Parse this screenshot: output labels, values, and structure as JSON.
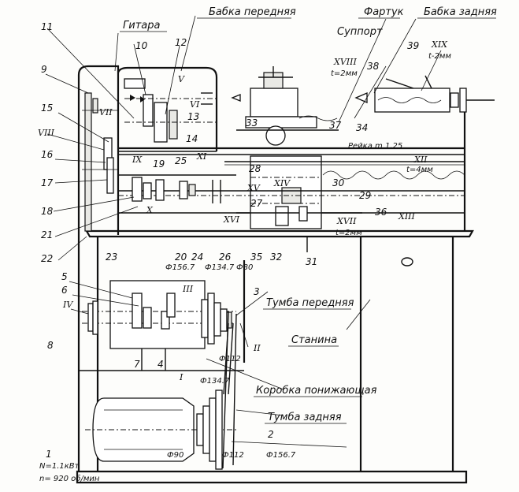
{
  "captions": {
    "gitara": "Гитара",
    "babka_perednyaya": "Бабка передняя",
    "fartuk": "Фартук",
    "babka_zadnyaya": "Бабка задняя",
    "support": "Суппорт",
    "tumba_perednyaya": "Тумба передняя",
    "stanina": "Станина",
    "korobka": "Коробка понижающая",
    "tumba_zadnyaya": "Тумба задняя",
    "reyka": "Рейка m 1.25"
  },
  "numbers": {
    "n1": "1",
    "n2": "2",
    "n3": "3",
    "n4": "4",
    "n5": "5",
    "n6": "6",
    "n7": "7",
    "n8": "8",
    "n9": "9",
    "n10": "10",
    "n11": "11",
    "n12": "12",
    "n13": "13",
    "n14": "14",
    "n15": "15",
    "n16": "16",
    "n17": "17",
    "n18": "18",
    "n19": "19",
    "n20": "20",
    "n21": "21",
    "n22": "22",
    "n23": "23",
    "n24": "24",
    "n25": "25",
    "n26": "26",
    "n27": "27",
    "n28": "28",
    "n29": "29",
    "n30": "30",
    "n31": "31",
    "n32": "32",
    "n33": "33",
    "n34": "34",
    "n35": "35",
    "n36": "36",
    "n37": "37",
    "n38": "38",
    "n39": "39"
  },
  "roman": {
    "r1": "I",
    "r2": "II",
    "r3": "III",
    "r4": "IV",
    "r5": "V",
    "r6": "VI",
    "r7": "VII",
    "r8": "VIII",
    "r9": "IX",
    "r10": "X",
    "r11": "XI",
    "r12": "XII",
    "r13": "XIII",
    "r14": "XIV",
    "r15": "XV",
    "r16": "XVI",
    "r17": "XVII",
    "r18": "XVIII",
    "r19": "XIX"
  },
  "annotations": {
    "xviii_pitch": "t=2мм",
    "xix_pitch": "t-2мм",
    "xii_pitch": "t=4мм",
    "xvii_pitch": "t=2мм",
    "d1567": "Ф156.7",
    "d1347_top": "Ф134.7",
    "d80": "Ф80",
    "d112_top": "Ф112",
    "d1347_bot": "Ф134.7",
    "d90": "Ф90",
    "d112_bot": "Ф112",
    "d1567_bot": "Ф156.7",
    "power": "N=1.1кВт",
    "speed": "n= 920 об/мин"
  }
}
